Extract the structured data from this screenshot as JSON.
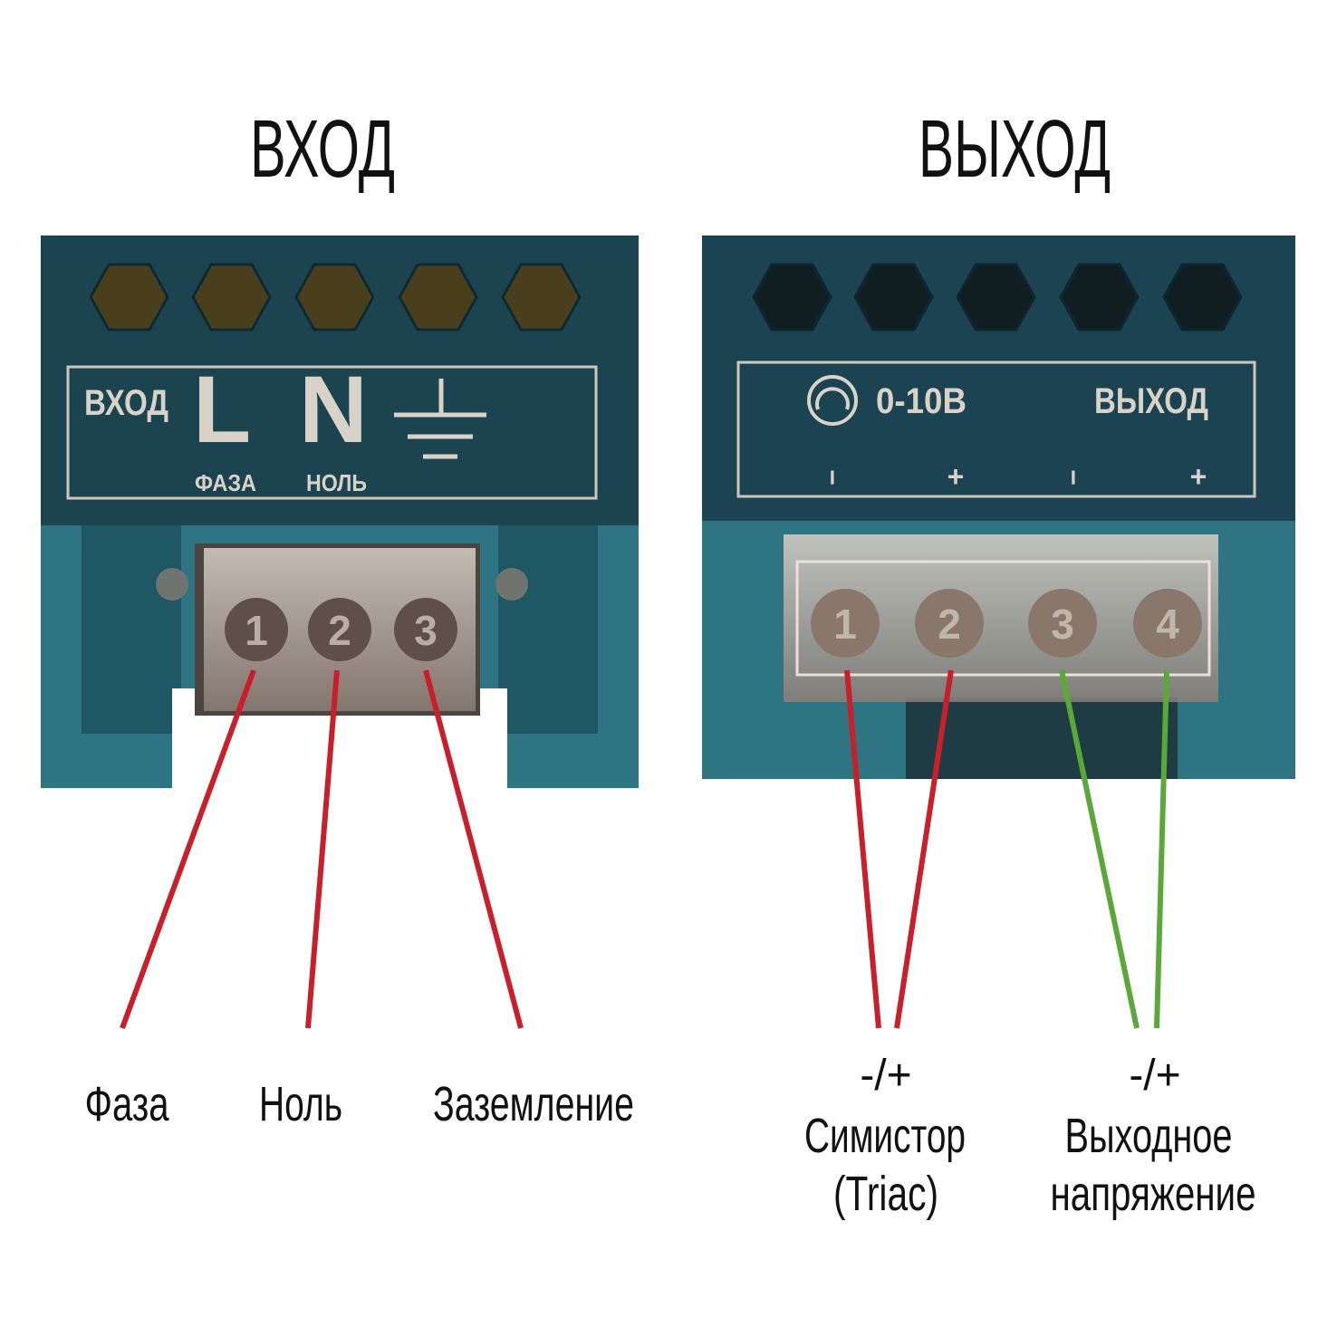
{
  "input": {
    "title": "ВХОД",
    "plate": {
      "label": "ВХОД",
      "l": "L",
      "l_sub": "ФАЗА",
      "n": "N",
      "n_sub": "НОЛЬ"
    },
    "terminals": [
      "1",
      "2",
      "3"
    ],
    "captions": [
      "Фаза",
      "Ноль",
      "Заземление"
    ],
    "wire_color": "#c8202a"
  },
  "output": {
    "title": "ВЫХОД",
    "plate": {
      "range": "0-10В",
      "label": "ВЫХОД",
      "polarity": [
        "−",
        "+",
        "−",
        "+"
      ]
    },
    "terminals": [
      "1",
      "2",
      "3",
      "4"
    ],
    "groups": [
      {
        "polarity": "-/+",
        "line1": "Симистор",
        "line2": "(Triac)",
        "wire_color": "#c8202a"
      },
      {
        "polarity": "-/+",
        "line1": "Выходное",
        "line2": "напряжение",
        "wire_color": "#5aa83a"
      }
    ]
  }
}
